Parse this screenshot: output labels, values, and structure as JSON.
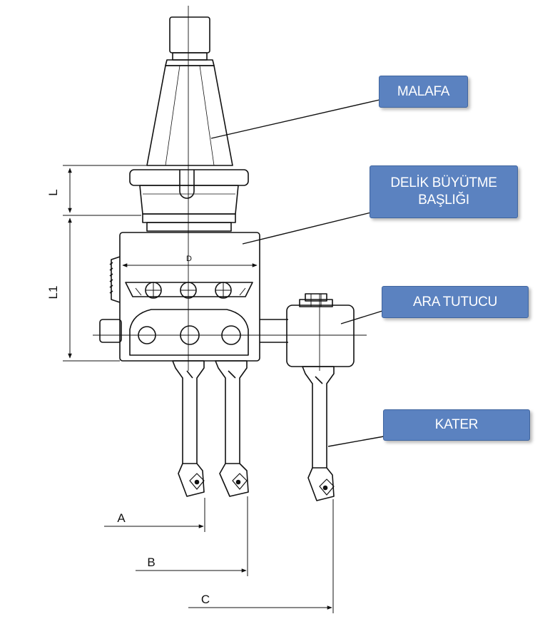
{
  "callouts": {
    "malafa": "MALAFA",
    "delik_line1": "DELİK BÜYÜTME",
    "delik_line2": "BAŞLIĞI",
    "ara_tutucu": "ARA TUTUCU",
    "kater": "KATER"
  },
  "dimensions": {
    "L": "L",
    "L1": "L1",
    "D": "D",
    "A": "A",
    "B": "B",
    "C": "C"
  },
  "colors": {
    "callout_fill": "#5b82c0",
    "line": "#111111"
  }
}
